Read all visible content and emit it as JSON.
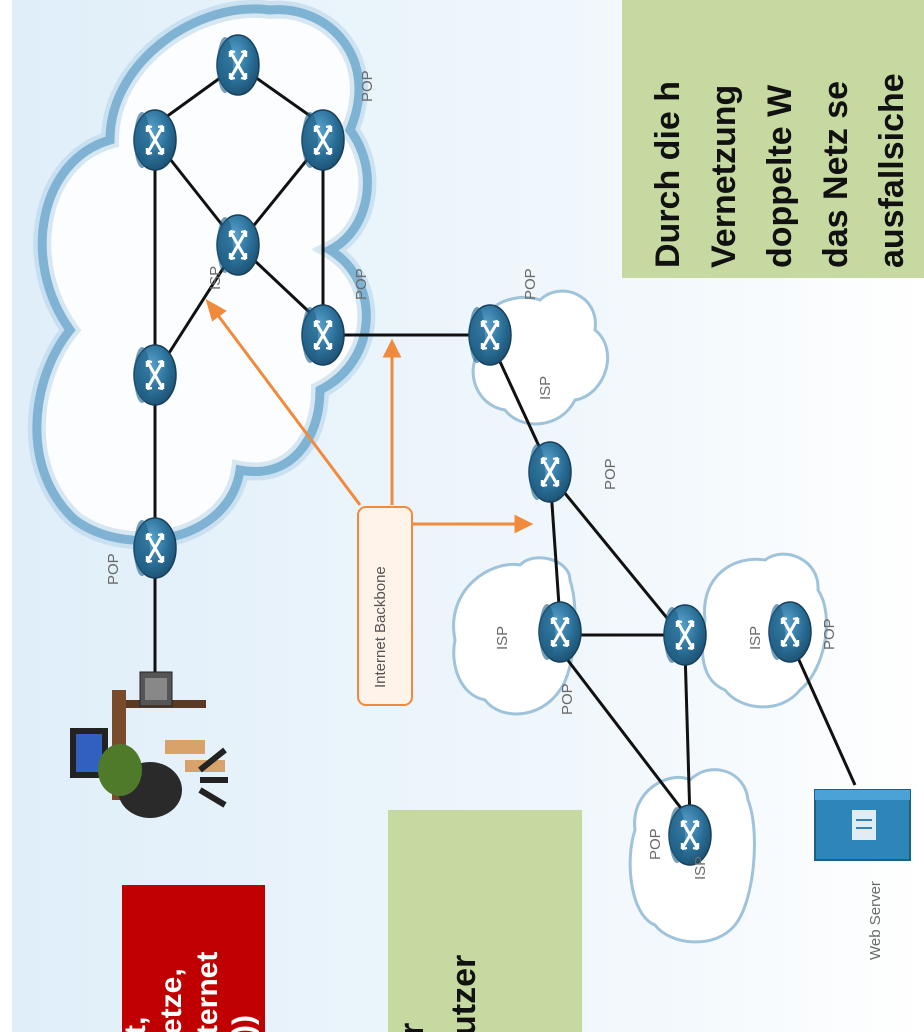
{
  "labels": {
    "isp": "ISP",
    "pop": "POP",
    "internet_backbone": "Internet Backbone",
    "web_server": "Web Server"
  },
  "callouts": {
    "top_right": {
      "lines": [
        "Durch die h",
        "Vernetzung",
        "doppelte W",
        "das Netz se",
        "ausfallsiche"
      ]
    },
    "bottom_red": {
      "lines": [
        "t,",
        "etze,",
        "ternet",
        "))"
      ]
    },
    "bottom_green": {
      "lines": [
        "r",
        "utzer"
      ]
    }
  },
  "colors": {
    "isp_cloud_outline": "#4f95c0",
    "router_body": "#2a6f98",
    "backbone_arrow": "#f08a3c",
    "green_callout": "#c6d9a0",
    "red_callout": "#c00000"
  }
}
